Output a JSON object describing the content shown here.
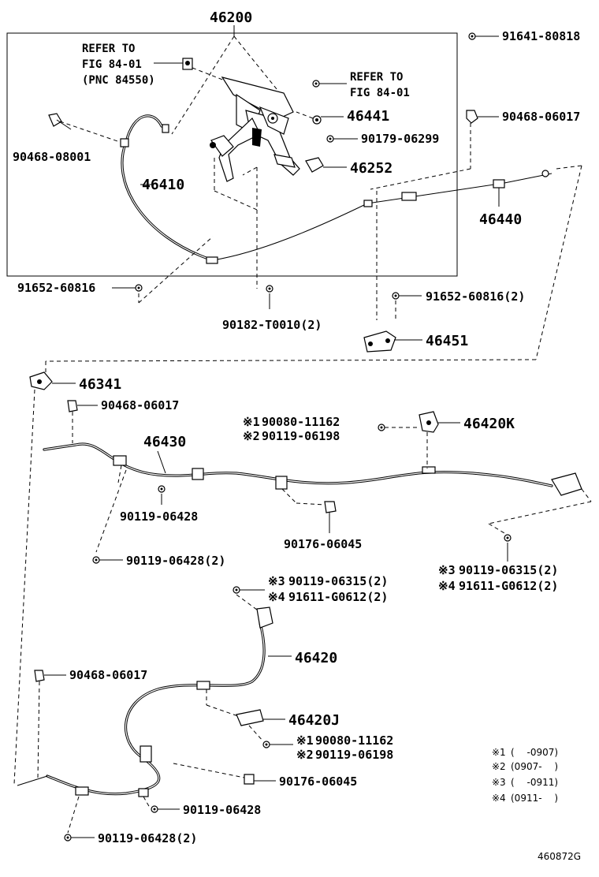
{
  "figure_code": "460872G",
  "refer_note": {
    "line1": "REFER TO",
    "line2": "FIG 84-01",
    "line3": "(PNC 84550)"
  },
  "refer_note2": {
    "line1": "REFER TO",
    "line2": "FIG 84-01"
  },
  "parts": {
    "p46200": "46200",
    "p91641_80818": "91641-80818",
    "p46441": "46441",
    "p90468_06017_a": "90468-06017",
    "p90179_06299": "90179-06299",
    "p90468_08001": "90468-08001",
    "p46252": "46252",
    "p46410": "46410",
    "p46440": "46440",
    "p91652_60816_a": "91652-60816",
    "p90182_T0010": "90182-T0010(2)",
    "p91652_60816_b": "91652-60816(2)",
    "p46451": "46451",
    "p46341": "46341",
    "p90468_06017_b": "90468-06017",
    "p46420K": "46420K",
    "p46430": "46430",
    "p90119_06428_a": "90119-06428",
    "p90176_06045_a": "90176-06045",
    "p90119_06428_b": "90119-06428(2)",
    "p46420": "46420",
    "p90468_06017_c": "90468-06017",
    "p46420J": "46420J",
    "p90176_06045_b": "90176-06045",
    "p90119_06428_c": "90119-06428",
    "p90119_06428_d": "90119-06428(2)"
  },
  "alt_parts": {
    "k_1": {
      "mark": "※1",
      "code": "90080-11162",
      "mark2": "※2",
      "code2": "90119-06198"
    },
    "k_2": {
      "mark": "※3",
      "code": "90119-06315(2)",
      "mark2": "※4",
      "code2": "91611-G0612(2)"
    },
    "k_3": {
      "mark": "※3",
      "code": "90119-06315(2)",
      "mark2": "※4",
      "code2": "91611-G0612(2)"
    },
    "k_4": {
      "mark": "※1",
      "code": "90080-11162",
      "mark2": "※2",
      "code2": "90119-06198"
    }
  },
  "legend": [
    {
      "mark": "※1",
      "range": "(　 -0907)"
    },
    {
      "mark": "※2",
      "range": "(0907-　 )"
    },
    {
      "mark": "※3",
      "range": "(　 -0911)"
    },
    {
      "mark": "※4",
      "range": "(0911-　 )"
    }
  ],
  "icons": {
    "bolt": "bolt-icon",
    "clip": "clip-icon",
    "bracket": "bracket-icon",
    "cable": "cable-icon",
    "pedal": "parking-brake-pedal-icon"
  }
}
